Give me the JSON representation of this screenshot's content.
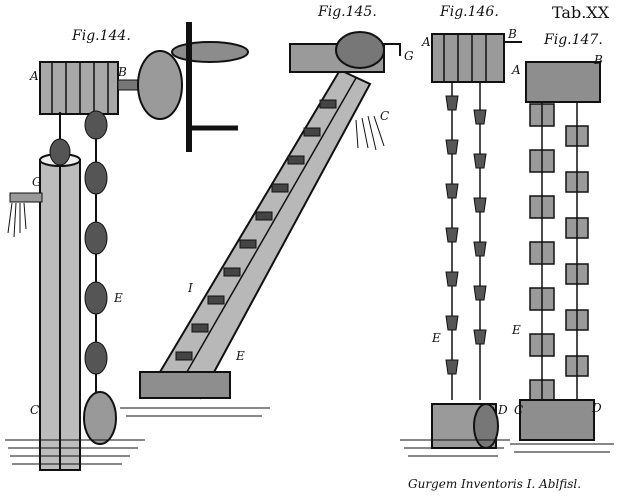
{
  "plate": {
    "tab_label": "Tab.XX",
    "engraver_signature": "Gurgem Inventoris I. Ablfisl.",
    "background": "#ffffff",
    "ink": "#111111"
  },
  "figures": [
    {
      "id": "fig144",
      "caption": "Fig.144."
    },
    {
      "id": "fig145",
      "caption": "Fig.145."
    },
    {
      "id": "fig146",
      "caption": "Fig.146."
    },
    {
      "id": "fig147",
      "caption": "Fig.147."
    }
  ],
  "letters": {
    "f144_A": "A",
    "f144_B": "B",
    "f144_G": "G",
    "f144_E": "E",
    "f144_C": "C",
    "f145_C": "C",
    "f145_G": "G",
    "f145_I": "I",
    "f145_E": "E",
    "f146_A": "A",
    "f146_B": "B",
    "f146_E": "E",
    "f146_D": "D",
    "f147_A": "A",
    "f147_B": "B",
    "f147_E": "E",
    "f147_C": "C",
    "f147_D": "D"
  }
}
